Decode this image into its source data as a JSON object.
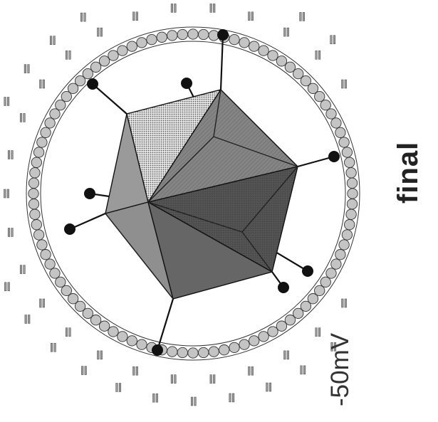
{
  "labels": {
    "potential": "-50mV",
    "stage": "final"
  },
  "colors": {
    "ink": "#111111",
    "membrane_fill": "#bdbdbd",
    "face_light": "#d9d9d9",
    "face_mid": "#8a8a8a",
    "face_dark": "#4a4a4a",
    "charge_mark": "#9a9a9a"
  },
  "icons": {
    "ligand_head": "filled-circle",
    "charge_mark": "double-dash"
  }
}
